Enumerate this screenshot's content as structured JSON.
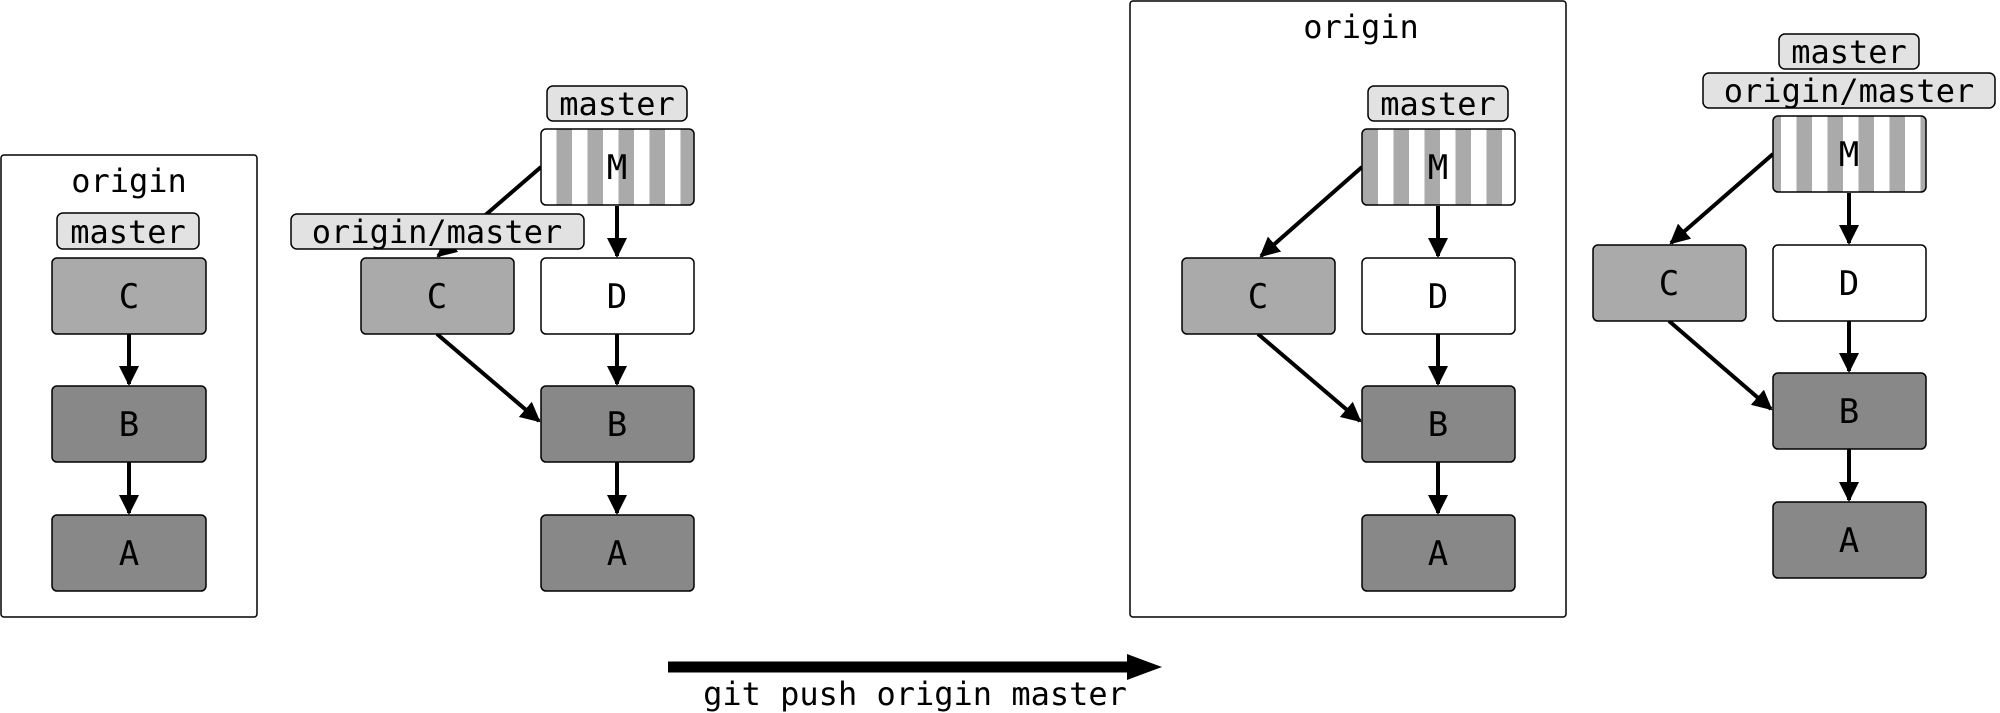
{
  "colors": {
    "commit_light": "#aaaaaa",
    "commit_dark": "#888888",
    "commit_new": "#ffffff",
    "commit_merge_stripe_a": "#aaaaaa",
    "commit_merge_stripe_b": "#ffffff",
    "label_fill": "#e2e2e2",
    "stroke": "#000000",
    "command_arrow": "#000000"
  },
  "before": {
    "origin_panel": {
      "title": "origin",
      "branch_label": "master",
      "commits": [
        "C",
        "B",
        "A"
      ]
    },
    "local": {
      "master_label": "master",
      "tracking_label": "origin/master",
      "commits": {
        "merge": "M",
        "side": "C",
        "new": "D",
        "base": "B",
        "root": "A"
      }
    }
  },
  "command": {
    "text": "git push origin master"
  },
  "after": {
    "origin_panel": {
      "title": "origin",
      "branch_label": "master",
      "commits": {
        "merge": "M",
        "side": "C",
        "new": "D",
        "base": "B",
        "root": "A"
      }
    },
    "local": {
      "master_label": "master",
      "tracking_label": "origin/master",
      "commits": {
        "merge": "M",
        "side": "C",
        "new": "D",
        "base": "B",
        "root": "A"
      }
    }
  }
}
